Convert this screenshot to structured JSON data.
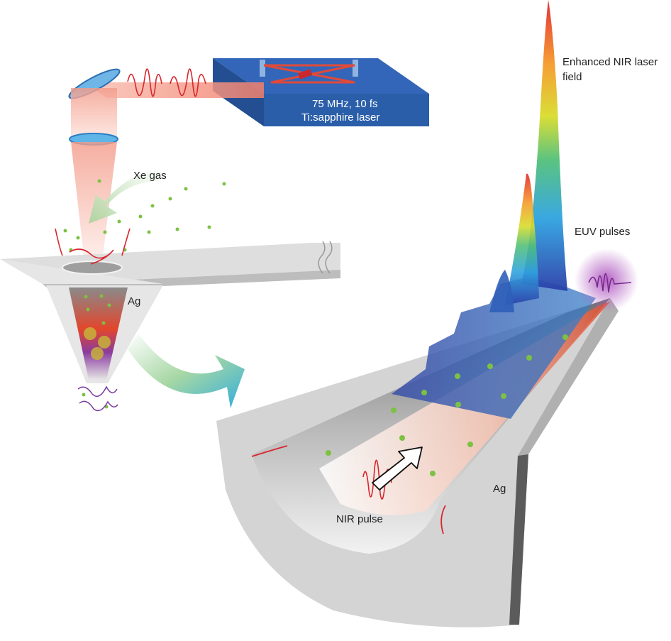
{
  "labels": {
    "laser_spec_line1": "75 MHz, 10 fs",
    "laser_spec_line2": "Ti:sapphire laser",
    "xe_gas": "Xe gas",
    "ag_small": "Ag",
    "ag_large": "Ag",
    "enhanced_line1": "Enhanced NIR laser",
    "enhanced_line2": "field",
    "euv_pulses": "EUV pulses",
    "nir_pulse": "NIR pulse"
  },
  "colors": {
    "laser_box": "#2a5ea9",
    "laser_beam": "#f4a08e",
    "metal_grey": "#d9d9d9",
    "gas_dot": "#7cc242",
    "pulse_red": "#d8262e",
    "euv_violet": "#8a3c9c"
  }
}
